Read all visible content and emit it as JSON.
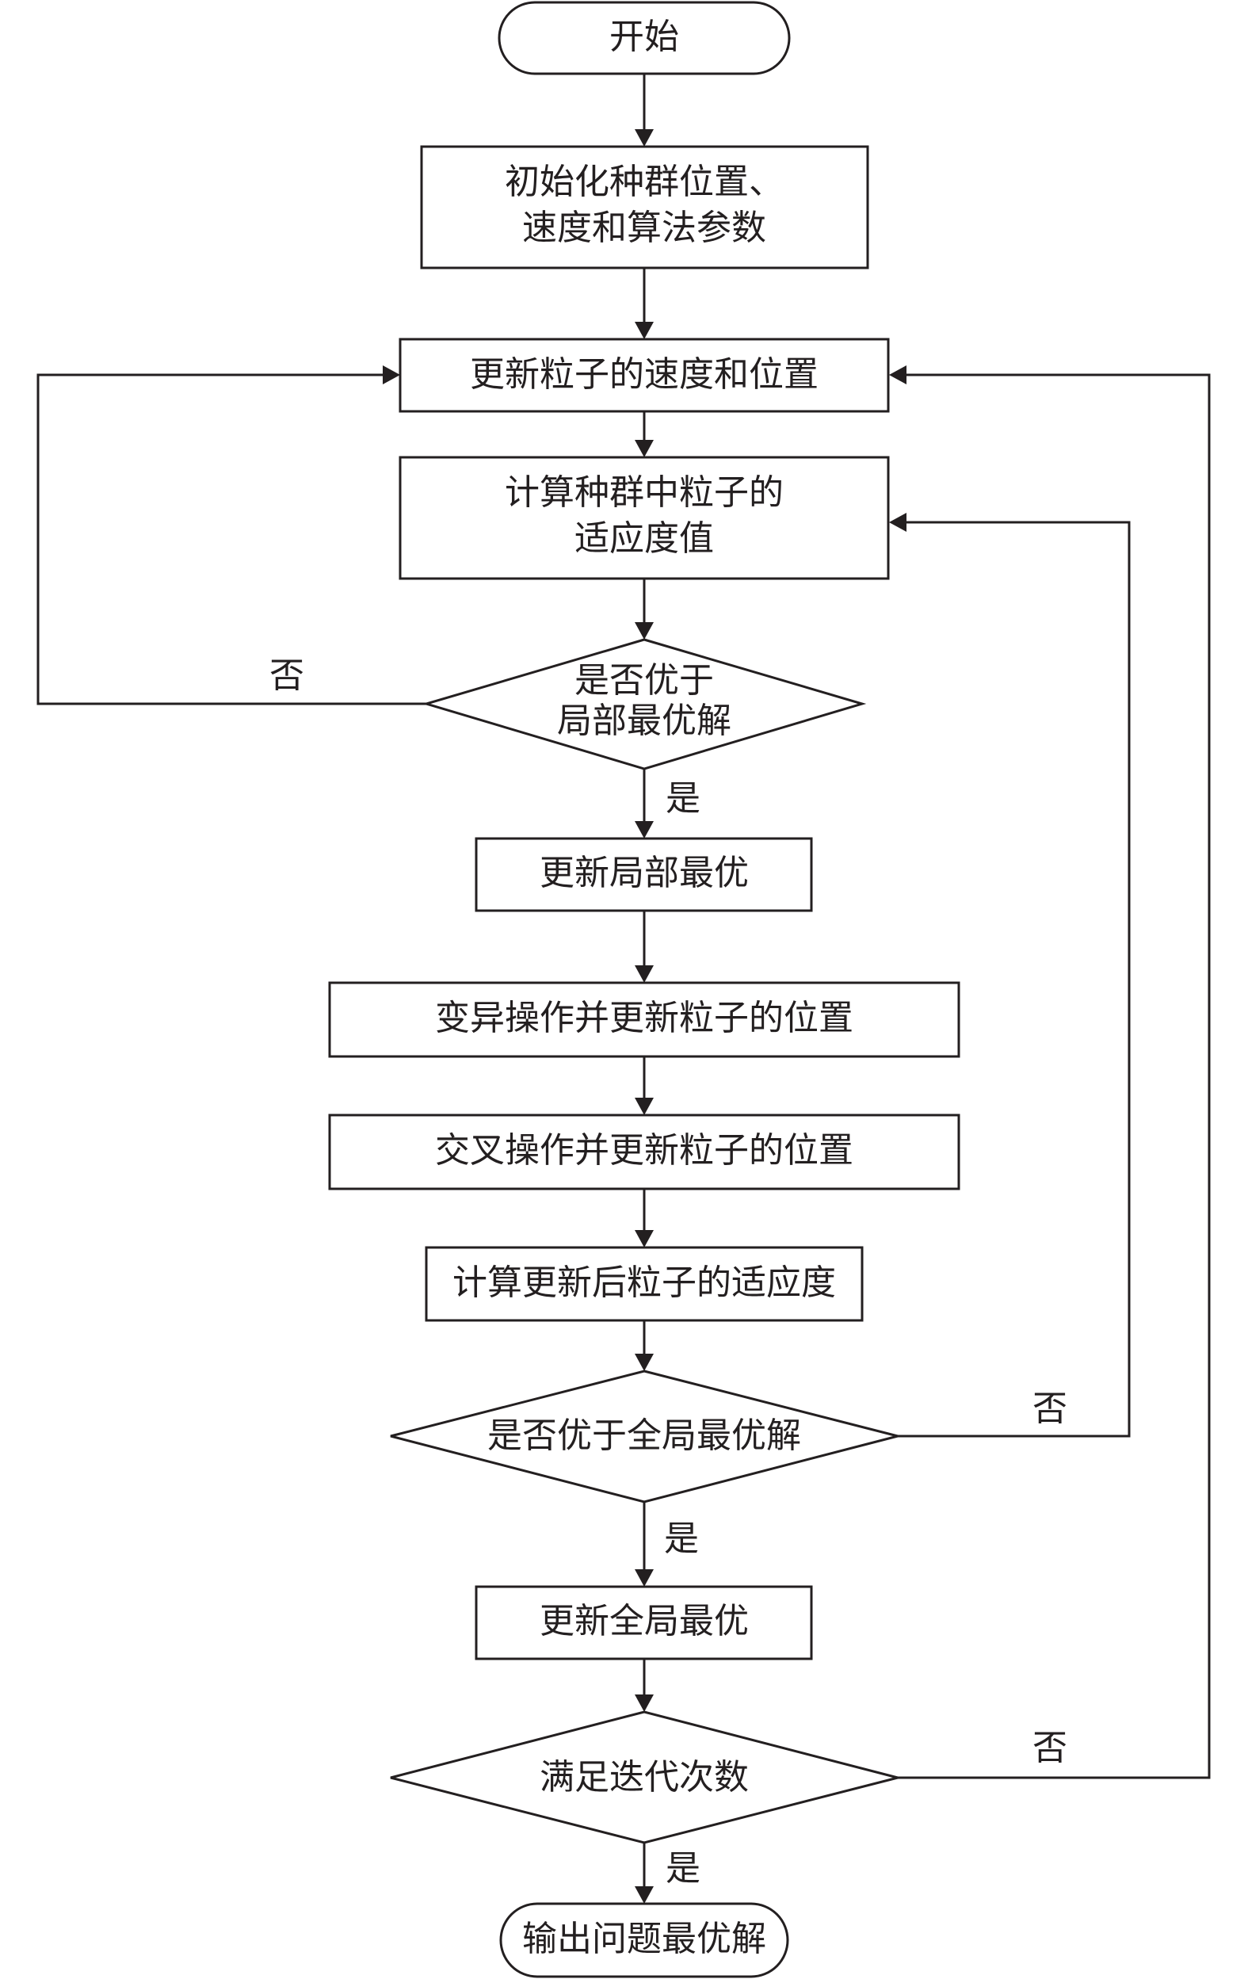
{
  "nodes": {
    "start": "开始",
    "init_line1": "初始化种群位置、",
    "init_line2": "速度和算法参数",
    "update_vel_pos": "更新粒子的速度和位置",
    "calc_fitness_line1": "计算种群中粒子的",
    "calc_fitness_line2": "适应度值",
    "decision_local_line1": "是否优于",
    "decision_local_line2": "局部最优解",
    "update_local": "更新局部最优",
    "mutation": "变异操作并更新粒子的位置",
    "crossover": "交叉操作并更新粒子的位置",
    "calc_updated_fitness": "计算更新后粒子的适应度",
    "decision_global": "是否优于全局最优解",
    "update_global": "更新全局最优",
    "decision_iter": "满足迭代次数",
    "output": "输出问题最优解"
  },
  "edge_labels": {
    "local_no": "否",
    "local_yes": "是",
    "global_no": "否",
    "global_yes": "是",
    "iter_no": "否",
    "iter_yes": "是"
  }
}
